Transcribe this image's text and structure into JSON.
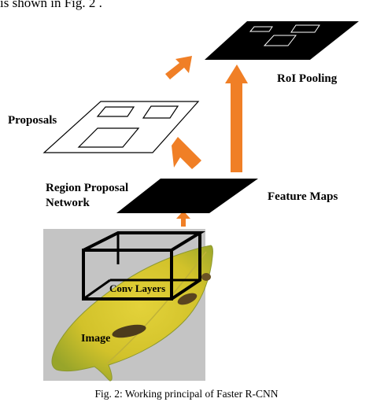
{
  "top_text": "is shown in   Fig. 2  .",
  "labels": {
    "proposals": "Proposals",
    "rpn_line1": "Region Proposal",
    "rpn_line2": "Network",
    "roi_pooling": "RoI Pooling",
    "feature_maps": "Feature Maps",
    "conv_layers": "Conv Layers",
    "image": "Image"
  },
  "caption": "Fig. 2: Working principal of Faster R-CNN",
  "colors": {
    "arrow": "#f07f26",
    "plane_dark": "#000000",
    "image_bg": "#c4c4c4",
    "leaf_yellow": "#d9c92c",
    "leaf_green": "#9aaa2e"
  }
}
